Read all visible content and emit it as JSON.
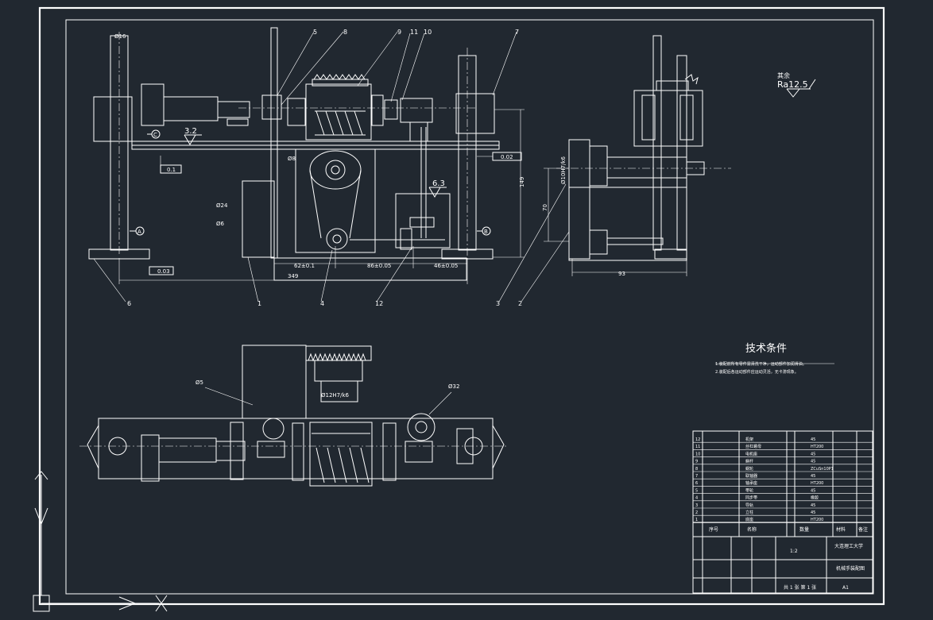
{
  "drawing": {
    "part_labels": [
      "5",
      "8",
      "9",
      "11",
      "10",
      "7",
      "6",
      "1",
      "4",
      "12",
      "3",
      "2"
    ],
    "dimensions": {
      "rod_dia": "Ø16",
      "pulley_dia": "Ø8",
      "small_dia_a": "Ø24",
      "small_dia_b": "Ø6",
      "overall_width": "349",
      "span_left": "62±0.1",
      "span_mid": "86±0.05",
      "span_right": "46±0.05",
      "height": "149",
      "side_height": "70",
      "side_width": "93",
      "side_fit": "Ø10H7/k6",
      "top_hole": "Ø5",
      "top_fit": "Ø12H7/k6",
      "top_gear": "Ø32",
      "flatness": "0.1",
      "parallel_tol": "0.02",
      "cyl_tol": "0.03"
    },
    "roughness": {
      "left": "3.2",
      "mid": "6.3",
      "corner_prefix": "其余",
      "corner": "Ra12.5"
    },
    "datums": [
      "A",
      "B",
      "C"
    ],
    "tech_title": "技术条件",
    "tech_notes": [
      "1.装配前所有零件需清洗干净，运动部件加润滑油。",
      "2.装配后各运动部件应运动灵活，无卡滞现象。"
    ]
  },
  "title_block": {
    "bom_names": [
      "机架",
      "丝杠螺母",
      "电机座",
      "蜗杆",
      "蜗轮",
      "联轴器",
      "轴承座",
      "带轮",
      "同步带",
      "导轨",
      "立柱",
      "底座"
    ],
    "bom_materials": [
      "45",
      "HT200",
      "45",
      "45",
      "ZCuSn10P1",
      "45",
      "HT200",
      "45",
      "橡胶",
      "45",
      "45",
      "HT200"
    ],
    "header": [
      "序号",
      "名称",
      "数量",
      "材料",
      "备注"
    ],
    "scale": "1:2",
    "school": "大连理工大学",
    "drawing_name": "机械手装配图",
    "sheet": "共 1 张  第 1 张",
    "format": "A1"
  }
}
